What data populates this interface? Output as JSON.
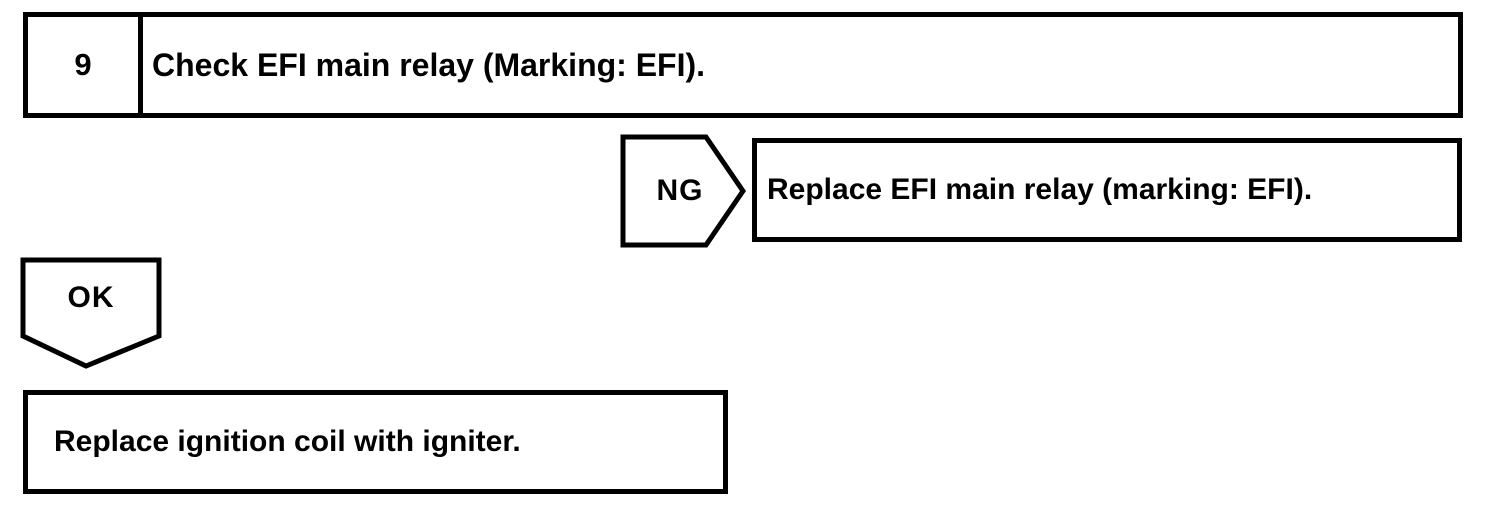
{
  "page": {
    "background_color": "#ffffff",
    "line_color": "#000000"
  },
  "flowchart": {
    "step": {
      "number": "9",
      "instruction": "Check EFI main relay (Marking: EFI)."
    },
    "ng_branch": {
      "label": "NG",
      "action": "Replace EFI main relay (marking: EFI)."
    },
    "ok_branch": {
      "label": "OK",
      "action": "Replace ignition coil with igniter."
    }
  }
}
